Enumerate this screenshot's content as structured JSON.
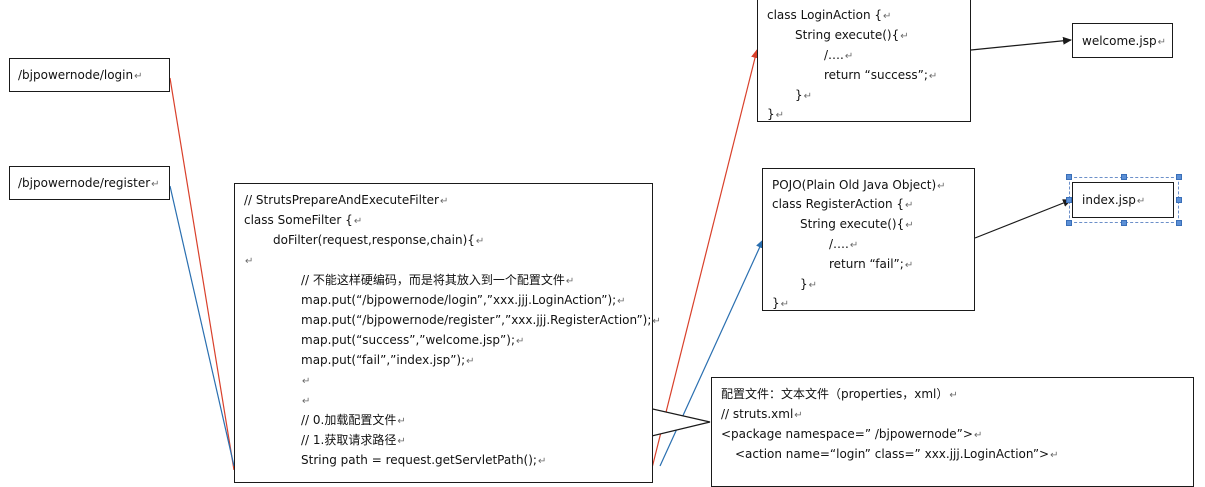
{
  "nodes": {
    "login_url": [
      "/bjpowernode/login"
    ],
    "register_url": [
      "/bjpowernode/register"
    ],
    "filter": [
      "// StrutsPrepareAndExecuteFilter",
      "class SomeFilter {",
      "doFilter(request,response,chain){",
      "",
      "// 不能这样硬编码，而是将其放入到一个配置文件",
      "map.put(“/bjpowernode/login”,”xxx.jjj.LoginAction”);",
      "map.put(“/bjpowernode/register”,”xxx.jjj.RegisterAction”);",
      "map.put(“success”,”welcome.jsp”);",
      "map.put(“fail”,”index.jsp”);",
      "",
      "",
      "// 0.加载配置文件",
      "// 1.获取请求路径",
      "String path = request.getServletPath();"
    ],
    "login_action": [
      "class LoginAction {",
      "String execute(){",
      "/….",
      "return “success”;",
      "}",
      "}"
    ],
    "register_action": [
      "POJO(Plain Old Java Object)",
      "class RegisterAction {",
      "String execute(){",
      "/….",
      "return “fail”;",
      "}",
      "}"
    ],
    "welcome": [
      "welcome.jsp"
    ],
    "index": [
      "index.jsp"
    ],
    "config": [
      "配置文件：文本文件（properties，xml）",
      "// struts.xml",
      "<package namespace=” /bjpowernode”>",
      "<action name=“login” class=” xxx.jjj.LoginAction”>"
    ]
  },
  "colors": {
    "red_line": "#d9402b",
    "blue_line": "#2a6fb0",
    "black_line": "#1a1a1a"
  }
}
